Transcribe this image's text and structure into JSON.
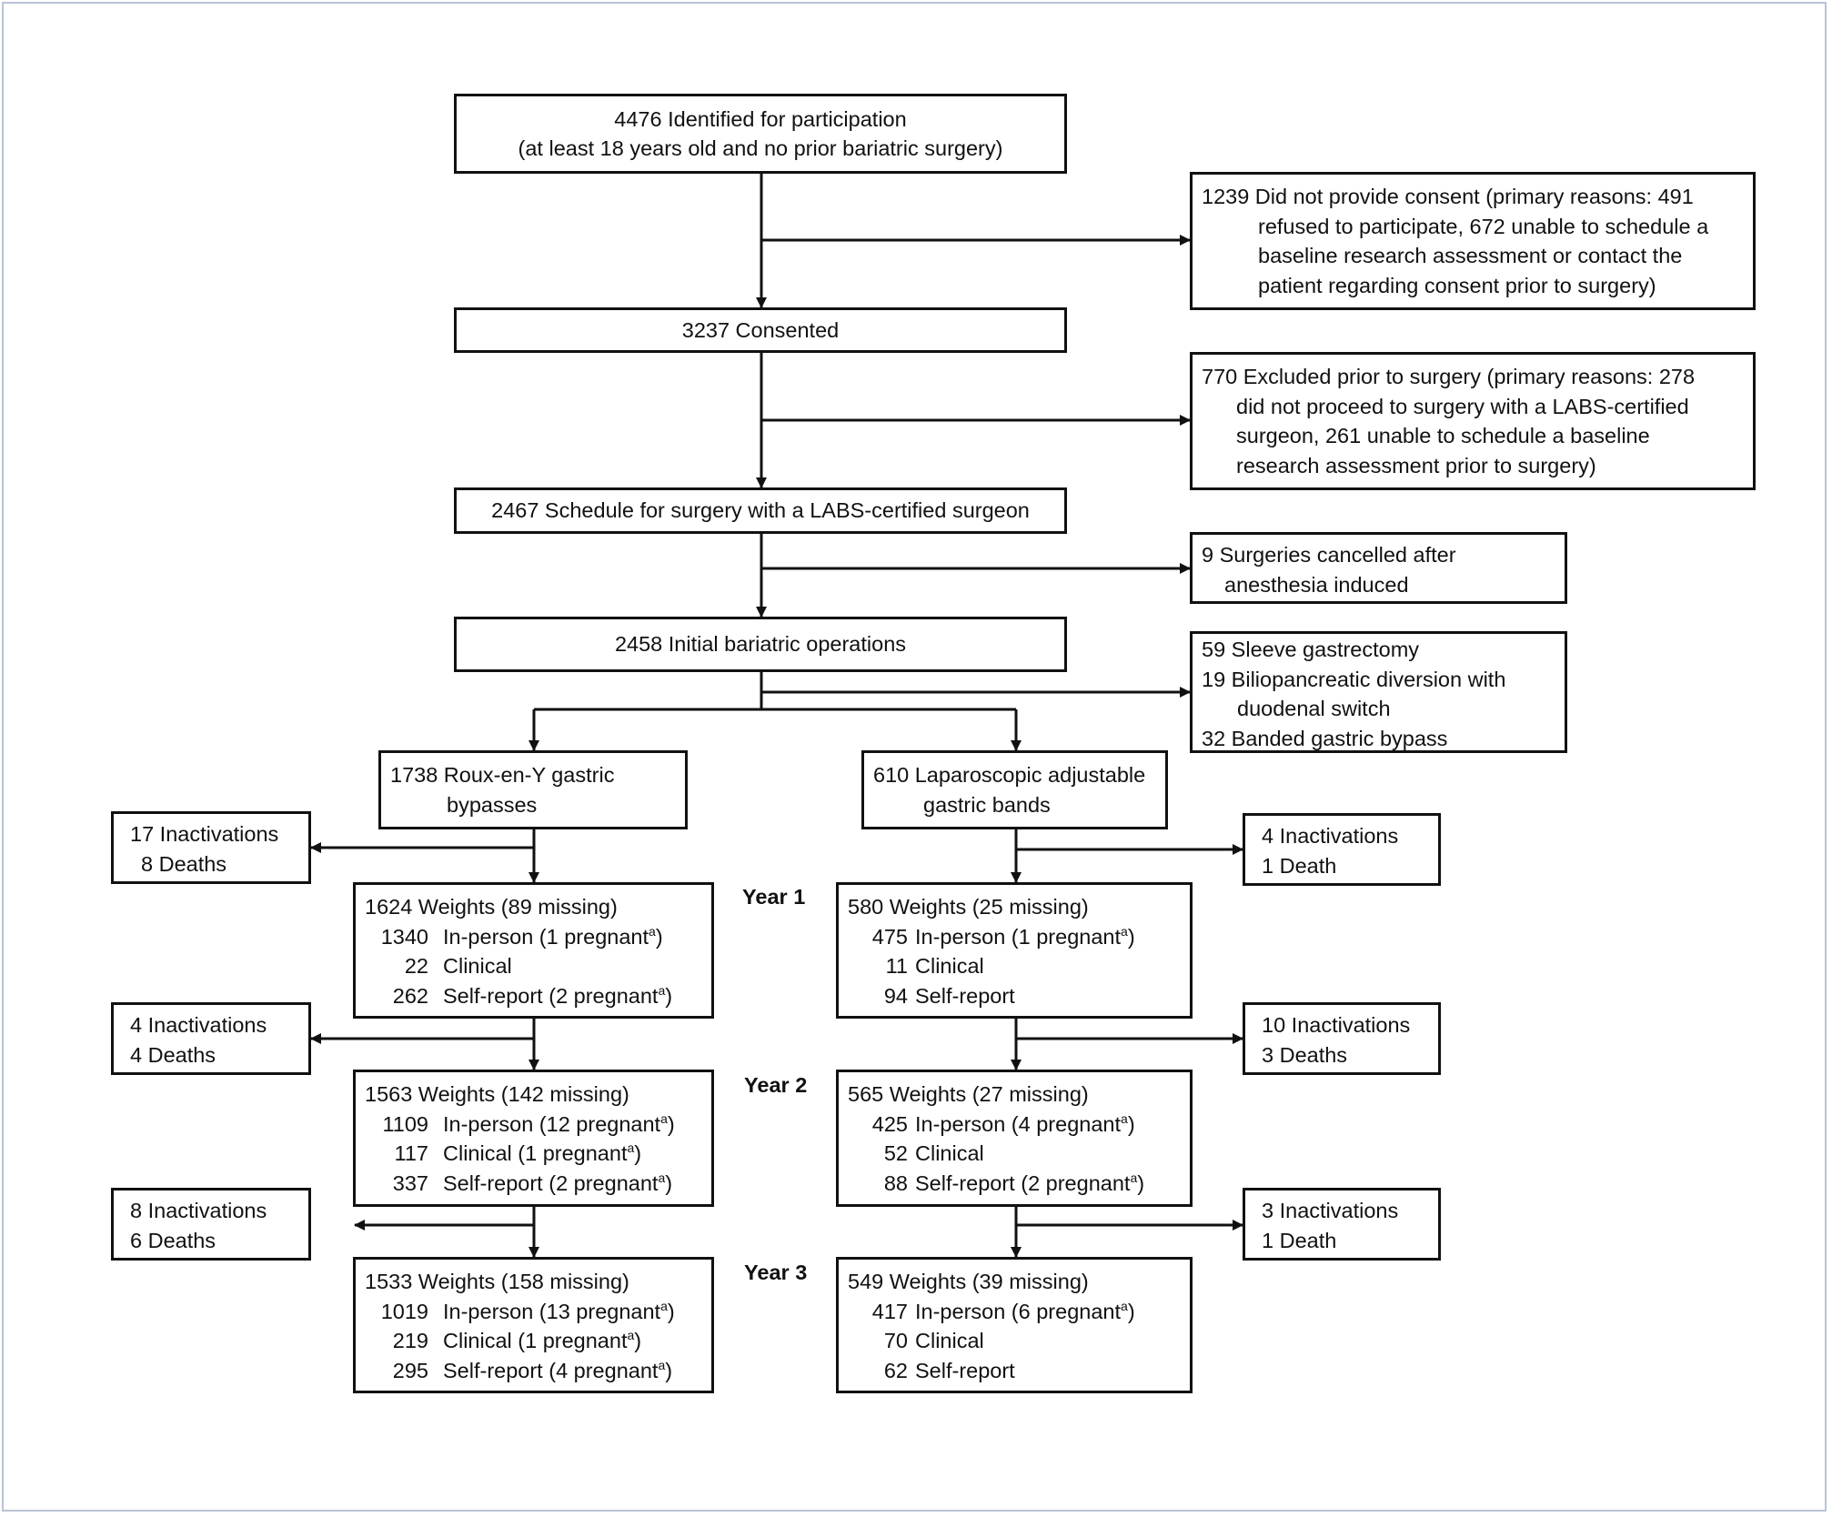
{
  "flowchart": {
    "identified": {
      "lines": [
        "4476 Identified for participation",
        "(at least 18 years old and no prior bariatric surgery)"
      ]
    },
    "no_consent": {
      "first": "1239 Did not provide consent (primary reasons: 491",
      "rest": [
        "refused to participate, 672 unable to schedule a",
        "baseline research assessment or contact the",
        "patient regarding consent prior to surgery)"
      ]
    },
    "consented": {
      "text": "3237 Consented"
    },
    "excluded": {
      "first": "770 Excluded prior to surgery (primary reasons: 278",
      "rest": [
        "did not proceed to surgery with a LABS-certified",
        "surgeon, 261 unable to schedule a baseline",
        "research assessment prior to surgery)"
      ]
    },
    "scheduled": {
      "text": "2467 Schedule for surgery with a LABS-certified surgeon"
    },
    "cancelled": {
      "first": "9  Surgeries cancelled after",
      "rest": [
        "anesthesia induced"
      ]
    },
    "initial_ops": {
      "text": "2458 Initial bariatric operations"
    },
    "other_ops": {
      "line1": "59 Sleeve gastrectomy",
      "line2": "19 Biliopancreatic diversion with",
      "line3": "duodenal switch",
      "line4": "32 Banded gastric bypass"
    },
    "rygb": {
      "line1": "1738 Roux-en-Y gastric",
      "line2": "bypasses"
    },
    "lagb": {
      "line1": "610 Laparoscopic adjustable",
      "line2": "gastric bands"
    },
    "years": [
      "Year 1",
      "Year 2",
      "Year 3"
    ],
    "rygb_inactive": [
      {
        "line1": "17 Inactivations",
        "line2": "8 Deaths"
      },
      {
        "line1": "4 Inactivations",
        "line2": "4 Deaths"
      },
      {
        "line1": "8 Inactivations",
        "line2": "6 Deaths"
      }
    ],
    "lagb_inactive": [
      {
        "line1": "4 Inactivations",
        "line2": "1 Death"
      },
      {
        "line1": "10 Inactivations",
        "line2": "3 Deaths"
      },
      {
        "line1": "3 Inactivations",
        "line2": "1 Death"
      }
    ],
    "rygb_weights": [
      {
        "header": "1624 Weights (89 missing)",
        "rows": [
          {
            "n": "1340",
            "label": "In-person (1 pregnant",
            "sup": "a",
            "close": ")"
          },
          {
            "n": "22",
            "label": "Clinical",
            "sup": "",
            "close": ""
          },
          {
            "n": "262",
            "label": "Self-report (2 pregnant",
            "sup": "a",
            "close": ")"
          }
        ]
      },
      {
        "header": "1563 Weights (142 missing)",
        "rows": [
          {
            "n": "1109",
            "label": "In-person (12 pregnant",
            "sup": "a",
            "close": ")"
          },
          {
            "n": "117",
            "label": "Clinical (1 pregnant",
            "sup": "a",
            "close": ")"
          },
          {
            "n": "337",
            "label": "Self-report (2 pregnant",
            "sup": "a",
            "close": ")"
          }
        ]
      },
      {
        "header": "1533 Weights (158 missing)",
        "rows": [
          {
            "n": "1019",
            "label": "In-person (13 pregnant",
            "sup": "a",
            "close": ")"
          },
          {
            "n": "219",
            "label": "Clinical (1 pregnant",
            "sup": "a",
            "close": ")"
          },
          {
            "n": "295",
            "label": "Self-report (4 pregnant",
            "sup": "a",
            "close": ")"
          }
        ]
      }
    ],
    "lagb_weights": [
      {
        "header": "580 Weights (25 missing)",
        "rows": [
          {
            "n": "475",
            "label": "In-person (1 pregnant",
            "sup": "a",
            "close": ")"
          },
          {
            "n": "11",
            "label": "Clinical",
            "sup": "",
            "close": ""
          },
          {
            "n": "94",
            "label": "Self-report",
            "sup": "",
            "close": ""
          }
        ]
      },
      {
        "header": "565 Weights (27 missing)",
        "rows": [
          {
            "n": "425",
            "label": "In-person (4 pregnant",
            "sup": "a",
            "close": ")"
          },
          {
            "n": "52",
            "label": "Clinical",
            "sup": "",
            "close": ""
          },
          {
            "n": "88",
            "label": "Self-report (2 pregnant",
            "sup": "a",
            "close": ")"
          }
        ]
      },
      {
        "header": "549 Weights (39 missing)",
        "rows": [
          {
            "n": "417",
            "label": "In-person (6 pregnant",
            "sup": "a",
            "close": ")"
          },
          {
            "n": "70",
            "label": "Clinical",
            "sup": "",
            "close": ""
          },
          {
            "n": "62",
            "label": "Self-report",
            "sup": "",
            "close": ""
          }
        ]
      }
    ]
  }
}
